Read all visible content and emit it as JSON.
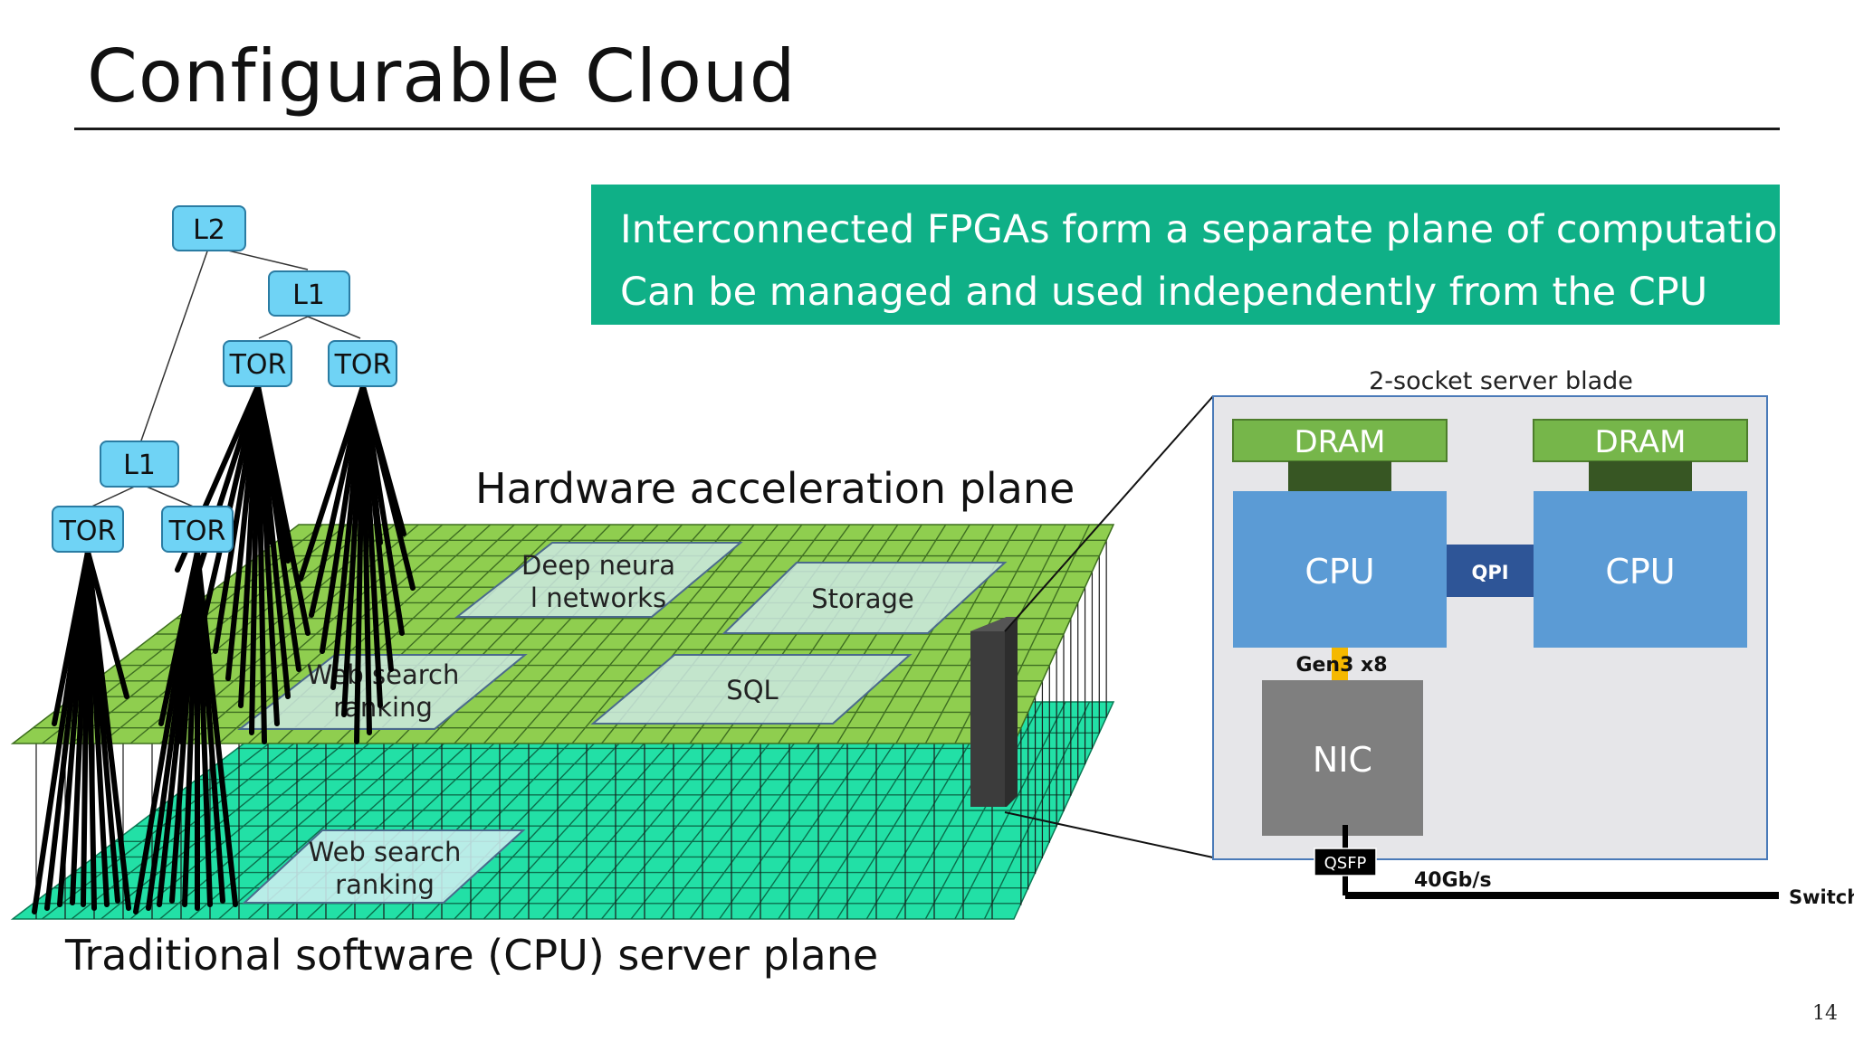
{
  "slide": {
    "title": "Configurable Cloud",
    "page_number": "14"
  },
  "callout": {
    "line1": "Interconnected FPGAs form a separate plane of computation",
    "line2": "Can be managed and used independently from the CPU"
  },
  "network": {
    "l2": "L2",
    "l1_right": "L1",
    "l1_left": "L1",
    "tor_1": "TOR",
    "tor_2": "TOR",
    "tor_3": "TOR",
    "tor_4": "TOR"
  },
  "planes": {
    "hardware_label": "Hardware acceleration plane",
    "software_label": "Traditional software (CPU) server plane",
    "regions": {
      "deep_nn_line1": "Deep neura",
      "deep_nn_line2": "l networks",
      "storage": "Storage",
      "web_search_line1": "Web search",
      "web_search_line2": "ranking",
      "sql": "SQL",
      "bottom_web_line1": "Web search",
      "bottom_web_line2": "ranking"
    }
  },
  "blade": {
    "caption": "2-socket server blade",
    "dram_left": "DRAM",
    "dram_right": "DRAM",
    "cpu_left": "CPU",
    "cpu_right": "CPU",
    "qpi": "QPI",
    "pcie": "Gen3 x8",
    "nic": "NIC",
    "qsfp": "QSFP",
    "speed": "40Gb/s",
    "switch": "Switch"
  },
  "colors": {
    "callout_bg": "#0fb087",
    "top_plane": "#8fce4f",
    "bottom_plane": "#22e0a6",
    "node_fill": "#6fd3f5",
    "dram": "#76b64a",
    "cpu": "#5b9bd5",
    "nic": "#7f7f7f",
    "qpi": "#2e5597"
  }
}
